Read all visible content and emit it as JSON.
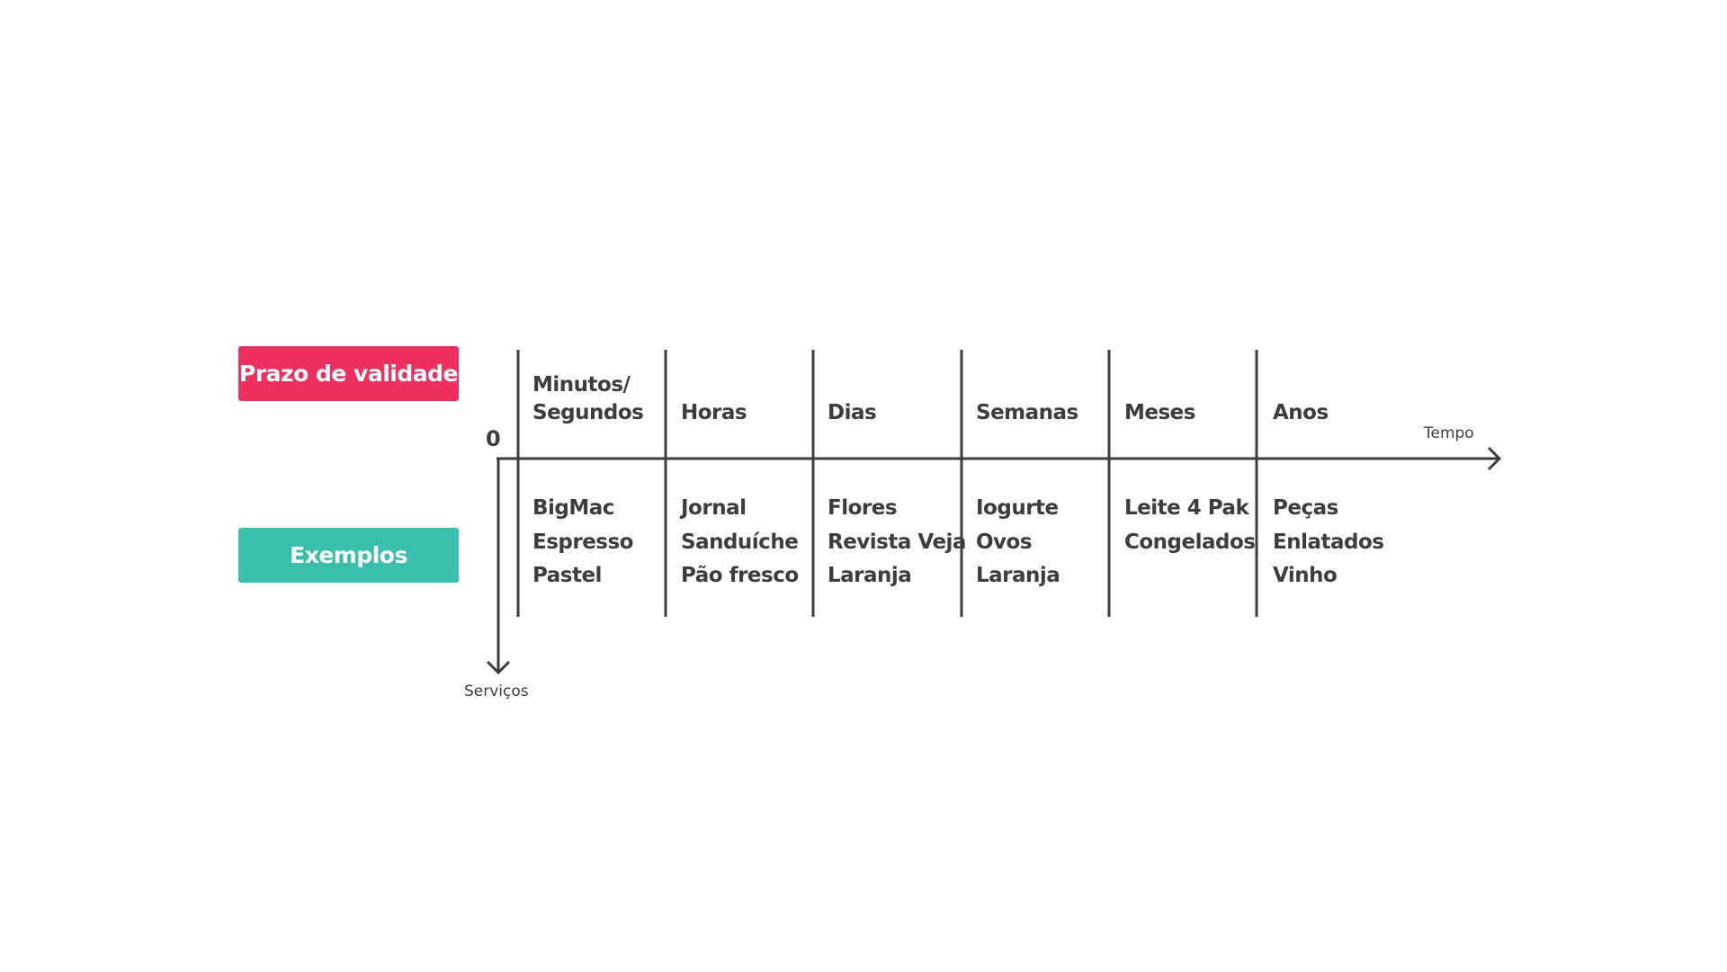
{
  "labels": {
    "shelf_life": "Prazo de validade",
    "examples": "Exemplos",
    "origin": "0",
    "x_axis": "Tempo",
    "y_axis": "Serviços"
  },
  "colors": {
    "shelf_life_badge": "#ef2f5e",
    "examples_badge": "#3bbfad",
    "lines": "#3d3d3d"
  },
  "columns": [
    {
      "header": "Minutos/\nSegundos",
      "examples": [
        "BigMac",
        "Espresso",
        "Pastel"
      ]
    },
    {
      "header": "Horas",
      "examples": [
        "Jornal",
        "Sanduíche",
        "Pão fresco"
      ]
    },
    {
      "header": "Dias",
      "examples": [
        "Flores",
        "Revista Veja",
        "Laranja"
      ]
    },
    {
      "header": "Semanas",
      "examples": [
        "Iogurte",
        "Ovos",
        "Laranja"
      ]
    },
    {
      "header": "Meses",
      "examples": [
        "Leite 4 Pak",
        "Congelados"
      ]
    },
    {
      "header": "Anos",
      "examples": [
        "Peças",
        "Enlatados",
        "Vinho"
      ]
    }
  ]
}
